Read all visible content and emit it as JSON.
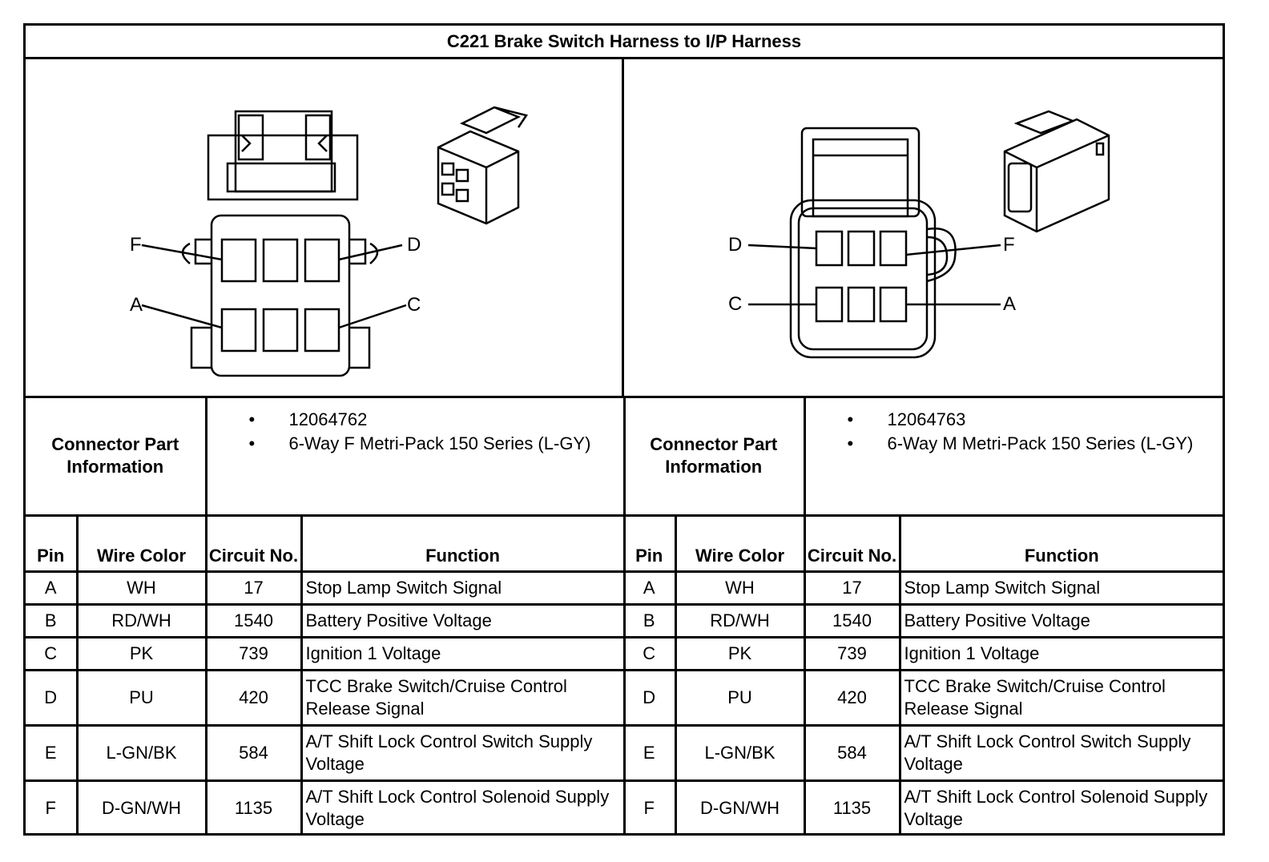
{
  "title": "C221 Brake Switch Harness to I/P Harness",
  "left": {
    "pin_labels": {
      "f": "F",
      "d": "D",
      "a": "A",
      "c": "C"
    },
    "connector_part_label": "Connector Part Information",
    "part_info": [
      "12064762",
      "6-Way F Metri-Pack 150 Series (L-GY)"
    ],
    "headers": {
      "pin": "Pin",
      "wire_color": "Wire Color",
      "circuit": "Circuit No.",
      "function": "Function"
    },
    "rows": [
      {
        "pin": "A",
        "wire_color": "WH",
        "circuit": "17",
        "function": "Stop Lamp Switch Signal"
      },
      {
        "pin": "B",
        "wire_color": "RD/WH",
        "circuit": "1540",
        "function": "Battery Positive Voltage"
      },
      {
        "pin": "C",
        "wire_color": "PK",
        "circuit": "739",
        "function": "Ignition 1 Voltage"
      },
      {
        "pin": "D",
        "wire_color": "PU",
        "circuit": "420",
        "function": "TCC Brake Switch/Cruise Control Release Signal"
      },
      {
        "pin": "E",
        "wire_color": "L-GN/BK",
        "circuit": "584",
        "function": "A/T Shift Lock Control Switch Supply Voltage"
      },
      {
        "pin": "F",
        "wire_color": "D-GN/WH",
        "circuit": "1135",
        "function": "A/T Shift Lock Control Solenoid Supply Voltage"
      }
    ]
  },
  "right": {
    "pin_labels": {
      "d": "D",
      "f": "F",
      "c": "C",
      "a": "A"
    },
    "connector_part_label": "Connector Part Information",
    "part_info": [
      "12064763",
      "6-Way M Metri-Pack 150 Series (L-GY)"
    ],
    "headers": {
      "pin": "Pin",
      "wire_color": "Wire Color",
      "circuit": "Circuit No.",
      "function": "Function"
    },
    "rows": [
      {
        "pin": "A",
        "wire_color": "WH",
        "circuit": "17",
        "function": "Stop Lamp Switch Signal"
      },
      {
        "pin": "B",
        "wire_color": "RD/WH",
        "circuit": "1540",
        "function": "Battery Positive Voltage"
      },
      {
        "pin": "C",
        "wire_color": "PK",
        "circuit": "739",
        "function": "Ignition 1 Voltage"
      },
      {
        "pin": "D",
        "wire_color": "PU",
        "circuit": "420",
        "function": "TCC Brake Switch/Cruise Control Release Signal"
      },
      {
        "pin": "E",
        "wire_color": "L-GN/BK",
        "circuit": "584",
        "function": "A/T Shift Lock Control Switch Supply Voltage"
      },
      {
        "pin": "F",
        "wire_color": "D-GN/WH",
        "circuit": "1135",
        "function": "A/T Shift Lock Control Solenoid Supply Voltage"
      }
    ]
  }
}
